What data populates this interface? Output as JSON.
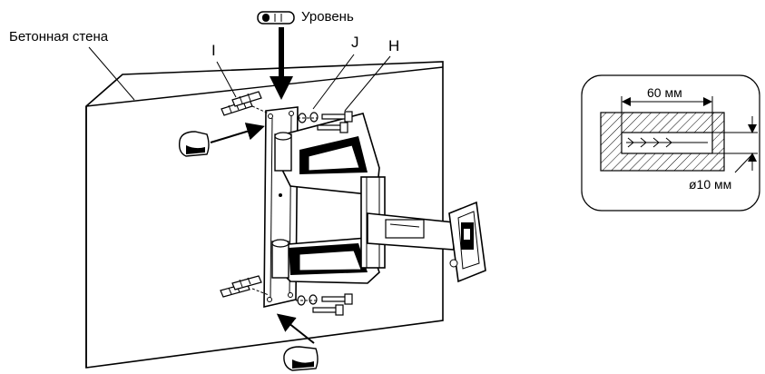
{
  "labels": {
    "wall": "Бетонная стена",
    "level": "Уровень",
    "part_i": "I",
    "part_j": "J",
    "part_h": "H"
  },
  "detail": {
    "depth": "60 мм",
    "diameter": "ø10 мм"
  },
  "icons": [
    "level-icon",
    "wall-anchor-icon",
    "screw-icon",
    "washer-icon",
    "arrow-icon"
  ]
}
